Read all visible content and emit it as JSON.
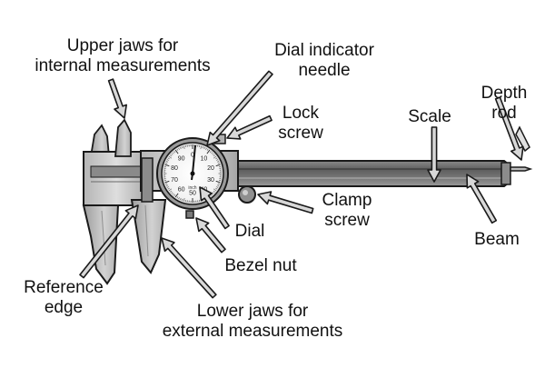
{
  "labels": {
    "upper_jaws": [
      "Upper jaws for",
      "internal measurements"
    ],
    "dial_needle": [
      "Dial indicator",
      "needle"
    ],
    "lock_screw": [
      "Lock",
      "screw"
    ],
    "scale": [
      "Scale"
    ],
    "depth_rod": [
      "Depth",
      "rod"
    ],
    "clamp_screw": [
      "Clamp",
      "screw"
    ],
    "dial": [
      "Dial"
    ],
    "beam": [
      "Beam"
    ],
    "bezel_nut": [
      "Bezel nut"
    ],
    "reference_edge": [
      "Reference",
      "edge"
    ],
    "lower_jaws": [
      "Lower jaws for",
      "external measurements"
    ]
  },
  "dial_numbers": [
    "0",
    "10",
    "20",
    "30",
    "40",
    "50",
    "60",
    "70",
    "80",
    "90"
  ],
  "dial_unit": "inch",
  "colors": {
    "metal_light": "#cfcfcf",
    "metal_mid": "#a9a9a9",
    "metal_dark": "#6f6f6f",
    "outline": "#1a1a1a",
    "arrow_fill": "#d8d8d8",
    "text": "#111111"
  }
}
